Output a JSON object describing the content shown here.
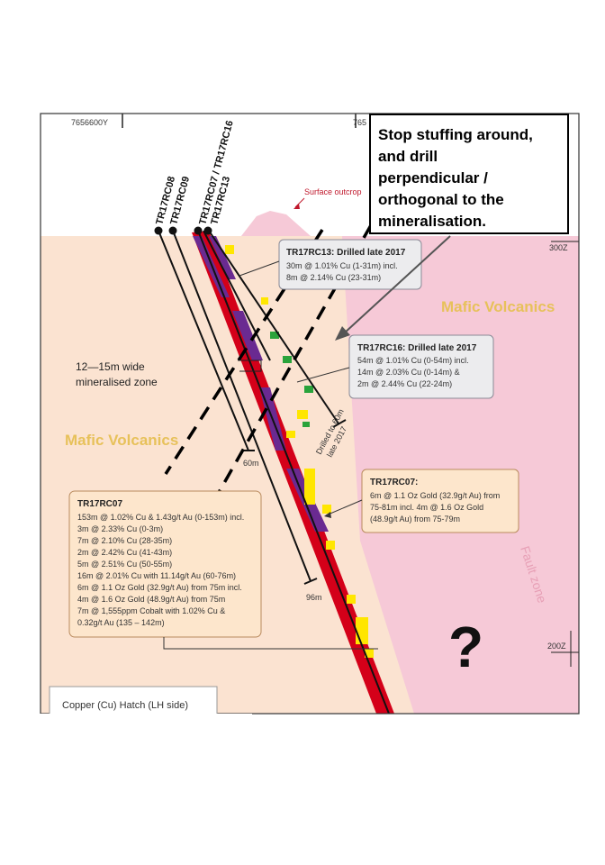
{
  "coords": {
    "easting_left": "7656600Y",
    "easting_right": "765"
  },
  "elevations": {
    "rl_300": "300Z",
    "rl_200": "200Z"
  },
  "surface_outcrop": "Surface outcrop",
  "holes": [
    "TR17RC08",
    "TR17RC09",
    "TR17RC07 / TR17RC16",
    "TR17RC13"
  ],
  "depth_labels": {
    "d60": "60m",
    "d96": "96m"
  },
  "drilled_to_60m": [
    "Drilled to 60m",
    "late 2017"
  ],
  "zone_label": [
    "12—15m wide",
    "mineralised zone"
  ],
  "lithology": {
    "mafic_right": "Mafic Volcanics",
    "mafic_left": "Mafic Volcanics",
    "fault_zone": "Fault zone"
  },
  "question_mark": "?",
  "legend_title": "Copper (Cu) Hatch (LH side)",
  "callout": {
    "lines": [
      "Stop stuffing around,",
      "and drill",
      "perpendicular /",
      "orthogonal to the",
      "mineralisation."
    ]
  },
  "box_rc13": {
    "title": "TR17RC13: Drilled late 2017",
    "lines": [
      "30m @ 1.01% Cu (1-31m) incl.",
      "8m @ 2.14% Cu (23-31m)"
    ]
  },
  "box_rc16": {
    "title": "TR17RC16: Drilled late 2017",
    "lines": [
      "54m @ 1.01% Cu (0-54m) incl.",
      "14m @ 2.03% Cu (0-14m) &",
      "2m @ 2.44% Cu (22-24m)"
    ]
  },
  "box_rc07_small": {
    "title": "TR17RC07:",
    "lines": [
      "6m @ 1.1 Oz Gold (32.9g/t Au) from",
      "75-81m incl. 4m @ 1.6 Oz Gold",
      "(48.9g/t Au) from 75-79m"
    ]
  },
  "box_rc07_main": {
    "title": "TR17RC07",
    "lines": [
      "153m @ 1.02% Cu & 1.43g/t Au (0-153m) incl.",
      "3m @ 2.33% Cu (0-3m)",
      "7m @ 2.10% Cu (28-35m)",
      "2m @ 2.42% Cu (41-43m)",
      "5m @ 2.51% Cu (50-55m)",
      "16m @ 2.01% Cu with 11.14g/t Au (60-76m)",
      "6m @ 1.1 Oz Gold (32.9g/t Au) from 75m incl.",
      "4m @ 1.6 Oz Gold (48.9g/t Au) from 75m",
      "7m @ 1,555ppm Cobalt with 1.02% Cu &",
      "0.32g/t Au (135 – 142m)"
    ]
  },
  "colors": {
    "background": "#fbe3d1",
    "fault": "#f6c9d7",
    "copper": "#d40019",
    "gold": "#6a2a91",
    "yellow": "#ffe600",
    "green": "#2aa33b",
    "box_fill": "#ececee",
    "orange_box": "#fde6cc",
    "label_gold": "#e7c15a"
  }
}
